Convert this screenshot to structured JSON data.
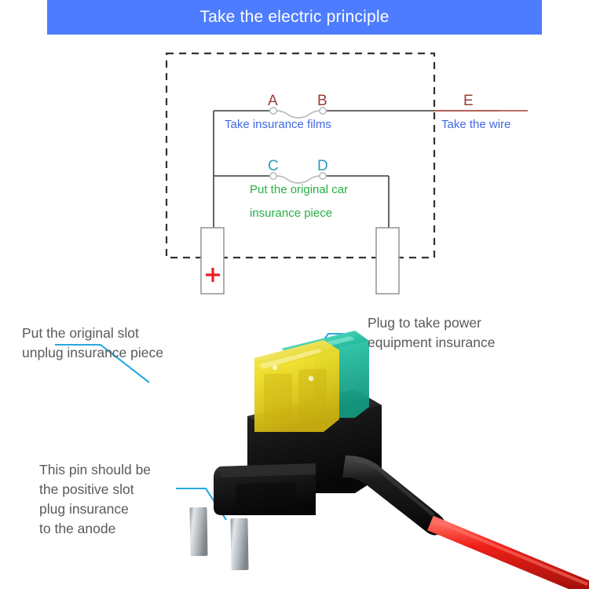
{
  "header": {
    "title": "Take the electric principle",
    "bg_color": "#4d7cfe",
    "text_color": "#ffffff"
  },
  "diagram": {
    "name": "circuit-principle-diagram",
    "nodes": {
      "a": "A",
      "b": "B",
      "c": "C",
      "d": "D",
      "e": "E"
    },
    "node_colors": {
      "ab_e": "#9c3b35",
      "cd": "#2f9bbd"
    },
    "annotations": {
      "take_insurance_films": "Take insurance films",
      "take_the_wire": "Take the wire",
      "put_original_line1": "Put the original car",
      "put_original_line2": "insurance piece",
      "polarity_plus": "+"
    },
    "annotation_colors": {
      "blue_text": "#4169e1",
      "green_text": "#27ae45",
      "plus_sign": "#ee1c25",
      "wire": "#555555",
      "red_wire": "#b05a52",
      "dashed_box": "#333333"
    }
  },
  "callouts": [
    {
      "id": "put-original-slot",
      "lines": [
        "Put the original slot",
        "unplug insurance piece"
      ],
      "leader_color": "#29a8e0"
    },
    {
      "id": "plug-take-power",
      "lines": [
        "Plug to take power",
        "equipment insurance"
      ],
      "leader_color": "#29a8e0"
    },
    {
      "id": "positive-slot-anode",
      "lines": [
        "This pin should be",
        "the positive slot",
        "plug insurance",
        "to the anode"
      ],
      "leader_color": "#29a8e0"
    }
  ],
  "product": {
    "name": "add-a-circuit-fuse-tap",
    "parts": {
      "fuse_front_color": "#e8d020",
      "fuse_rear_color": "#23b59a",
      "holder_color": "#141414",
      "blade_color": "#c9cdd1",
      "sleeve_color": "#171717",
      "wire_color": "#e2201c"
    }
  },
  "text_color_gray": "#5a5a5a"
}
